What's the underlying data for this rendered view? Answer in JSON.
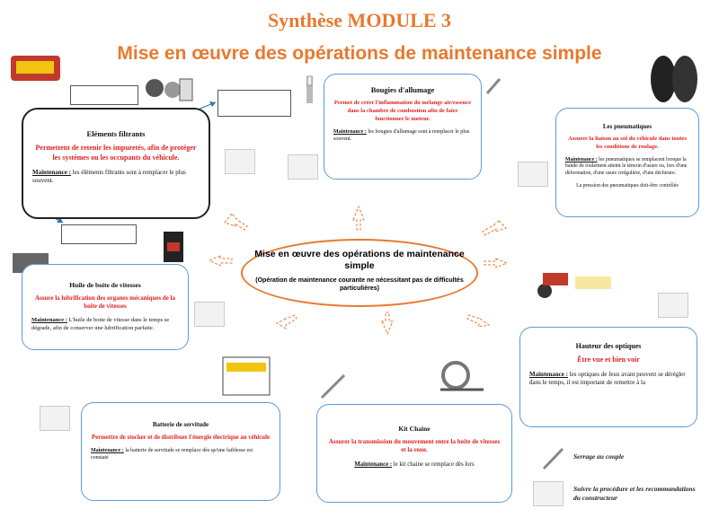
{
  "header": {
    "title": "Synthèse MODULE 3",
    "subtitle": "Mise en œuvre des opérations de maintenance simple"
  },
  "center": {
    "title": "Mise en œuvre des opérations de maintenance simple",
    "subtitle": "(Opération de maintenance courante ne nécessitant pas de difficultés particulières)"
  },
  "cards": {
    "filtres": {
      "title": "Eléments filtrants",
      "role": "Permettent de retenir les impuretés, afin de protéger les systèmes ou les occupants du véhicule.",
      "maint_label": "Maintenance :",
      "maint_text": " les éléments filtrants sont à remplacer le plus souvent."
    },
    "bougies": {
      "title": "Bougies d'allumage",
      "role": "Permet de créer l'inflammation du mélange air/essence dans la chambre de combustion afin de faire fonctionner le moteur.",
      "maint_label": "Maintenance :",
      "maint_text": " les bougies d'allumage sont à remplacer le plus souvent."
    },
    "pneus": {
      "title": "Les pneumatiques",
      "role": "Assurer la liaison au sol du véhicule dans toutes les conditions de roulage.",
      "maint_label": "Maintenance :",
      "maint_text": " les pneumatiques se remplacent lorsque la bande de roulement atteint le témoin d'usure ou, lors d'une déformation, d'une usure irrégulière, d'une déchirure.",
      "extra": "La pression des pneumatiques doit-être contrôlée"
    },
    "huile": {
      "title": "Huile de boite de vitesses",
      "role": "Assure la lubrification des organes mécaniques de la boite de vitesses",
      "maint_label": "Maintenance :",
      "maint_text": " L'huile de boite de vitesse dans le temps se dégrade, afin de conserver une lubrification parfaite."
    },
    "optiques": {
      "title": "Hauteur des optiques",
      "role": "Être vue et bien voir",
      "maint_label": "Maintenance :",
      "maint_text": " les optiques de feux avant peuvent se dérégler dans le temps, il est important de remettre à la"
    },
    "batterie": {
      "title": "Batterie de servitude",
      "role": "Permettre de stocker et de distribuer l'énergie électrique au véhicule",
      "maint_label": "Maintenance :",
      "maint_text": " la batterie de servitude se remplace dès qu'une faiblesse est constaté"
    },
    "chaine": {
      "title": "Kit Chaine",
      "role": "Assurer la transmission du mouvement entre la boite de vitesses et la roue.",
      "maint_label": "Maintenance :",
      "maint_text": " le kit chaine se remplace dès lors"
    }
  },
  "legend": {
    "torque": "Serrage au couple",
    "procedure": "Suivre la procédure et les recommandations du constructeur"
  },
  "colors": {
    "accent": "#e8792e",
    "red": "#e02020",
    "blue": "#5b9bd5"
  }
}
